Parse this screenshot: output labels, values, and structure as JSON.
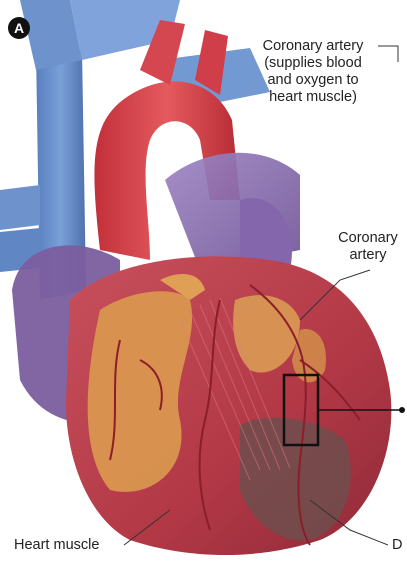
{
  "panel_letter": "A",
  "labels": {
    "coronary_artery_top": [
      "Coronary artery",
      "(supplies blood",
      "and oxygen to",
      "heart muscle)"
    ],
    "coronary_artery_mid": [
      "Coronary",
      "artery"
    ],
    "heart_muscle": "Heart muscle",
    "bottom_right_clip": "D"
  },
  "colors": {
    "vein_blue": "#6a8fc8",
    "aorta_red": "#d9434a",
    "muscle_red": "#b83a4a",
    "fat_orange": "#d99a54",
    "damaged_dark": "#6a4a4a",
    "purple_atrium": "#8a6aa8"
  }
}
